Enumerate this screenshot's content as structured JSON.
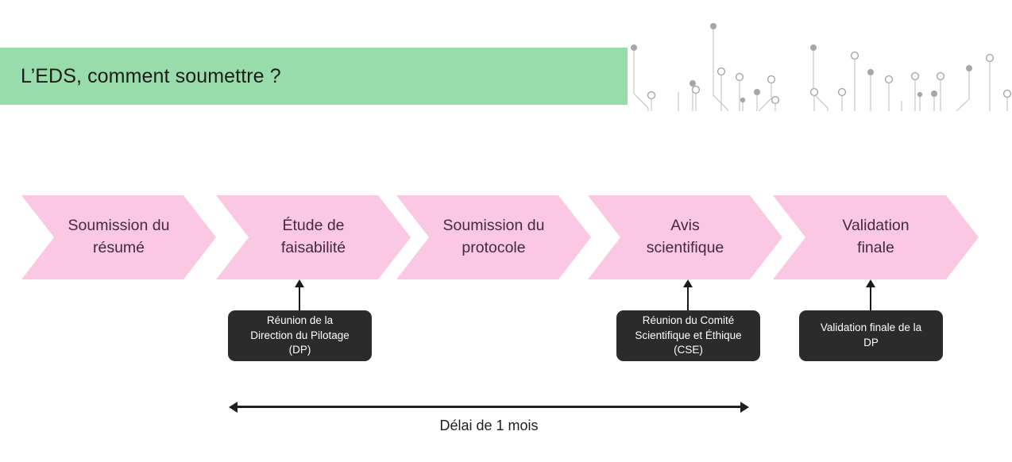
{
  "slide": {
    "background_color": "#ffffff",
    "title": "L’EDS, comment soumettre ?",
    "title_banner_color": "#98DCAC",
    "chevron_color": "#FAC8E2",
    "chevron_text_color": "#452A3C",
    "note_box_color": "#2B2B2B",
    "note_text_color": "#ffffff",
    "arrow_color": "#1a1a1a",
    "decoration_color": "#bdbdbd"
  },
  "process": {
    "steps": [
      {
        "label": "Soumission du\nrésumé",
        "line1": "Soumission du",
        "line2": "résumé"
      },
      {
        "label": "Étude de\nfaisabilité",
        "line1": "Étude de",
        "line2": "faisabilité"
      },
      {
        "label": "Soumission du\nprotocole",
        "line1": "Soumission du",
        "line2": "protocole"
      },
      {
        "label": "Avis\nscientifique",
        "line1": "Avis",
        "line2": "scientifique"
      },
      {
        "label": "Validation\nfinale",
        "line1": "Validation",
        "line2": "finale"
      }
    ]
  },
  "notes": [
    {
      "attached_to_step": "Étude de faisabilité",
      "line1": "Réunion de la",
      "line2": "Direction du Pilotage",
      "line3": "(DP)"
    },
    {
      "attached_to_step": "Avis scientifique",
      "line1": "Réunion du Comité",
      "line2": "Scientifique et Éthique",
      "line3": "(CSE)"
    },
    {
      "attached_to_step": "Validation finale",
      "line1": "Validation finale de la",
      "line2": "DP",
      "line3": ""
    }
  ],
  "duration": {
    "caption": "Délai de 1 mois"
  },
  "icons": {
    "up_arrow": "callout-up-arrow",
    "double_arrow": "double-headed-arrow",
    "circuit": "circuit-dots-pattern"
  }
}
